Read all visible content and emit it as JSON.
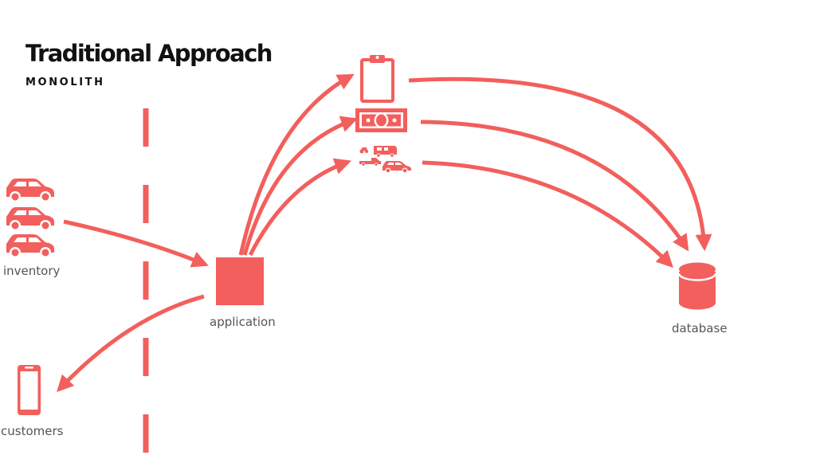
{
  "slide": {
    "title": "Traditional Approach",
    "subtitle": "MONOLITH"
  },
  "nodes": {
    "inventory": {
      "label": "inventory",
      "icon": "cars-icon"
    },
    "customers": {
      "label": "customers",
      "icon": "mobile-phone-icon"
    },
    "application": {
      "label": "application",
      "icon": "square-block-icon"
    },
    "database": {
      "label": "database",
      "icon": "database-cylinder-icon"
    },
    "services": [
      {
        "icon": "clipboard-icon"
      },
      {
        "icon": "banknote-icon"
      },
      {
        "icon": "vehicles-icon"
      }
    ]
  },
  "colors": {
    "accent": "#f25f5c",
    "text": "#111111",
    "label": "#555555"
  }
}
